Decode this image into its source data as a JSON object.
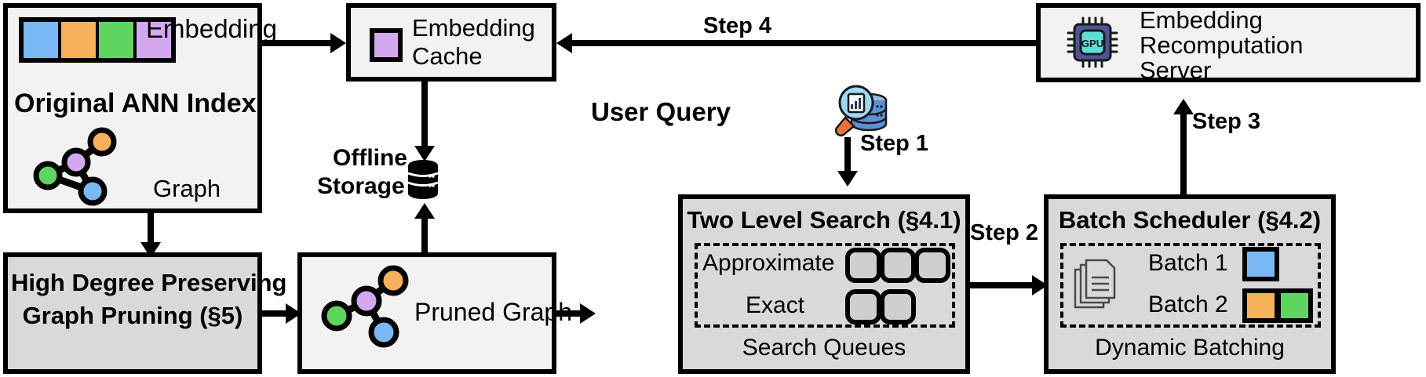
{
  "title": "ANN search system architecture with embedding recomputation",
  "colors": {
    "blue": "#7ab8f5",
    "orange": "#f7b05b",
    "green": "#5fd45f",
    "purple": "#d3a8ef",
    "box_fill": "#f2f2f2",
    "box_fill_gray": "#d9d9d9",
    "queue_cell": "#cfcfcf",
    "stroke": "#000000",
    "gpu_body": "#4a5694",
    "gpu_core": "#5fded8",
    "query_db": "#5b8fd6",
    "query_lens": "#9ed8f5",
    "query_handle": "#f0703c"
  },
  "original_index": {
    "title": "Original ANN Index",
    "embedding_label": "Embedding",
    "graph_label": "Graph",
    "embedding_cells": [
      "blue",
      "orange",
      "green",
      "purple"
    ],
    "graph_nodes": [
      {
        "name": "orange-node",
        "color": "orange"
      },
      {
        "name": "purple-node",
        "color": "purple"
      },
      {
        "name": "green-node",
        "color": "green"
      },
      {
        "name": "blue-node",
        "color": "blue"
      }
    ],
    "graph_edges": [
      "purple-orange",
      "green-purple",
      "purple-blue",
      "green-blue"
    ]
  },
  "pruning": {
    "line1": "High Degree Preserving",
    "line2": "Graph Pruning (§5)"
  },
  "embedding_cache": {
    "line1": "Embedding",
    "line2": "Cache",
    "swatch_color": "purple"
  },
  "offline_storage": {
    "line1": "Offline",
    "line2": "Storage",
    "icon": "database-icon"
  },
  "pruned_graph": {
    "label": "Pruned Graph",
    "graph_nodes": [
      {
        "name": "orange-node",
        "color": "orange"
      },
      {
        "name": "purple-node",
        "color": "purple"
      },
      {
        "name": "green-node",
        "color": "green"
      },
      {
        "name": "blue-node",
        "color": "blue"
      }
    ],
    "graph_edges": [
      "purple-orange",
      "green-purple",
      "purple-blue"
    ]
  },
  "user_query": {
    "label": "User Query",
    "icon": "search-database-icon"
  },
  "two_level_search": {
    "title": "Two Level Search (§4.1)",
    "footer": "Search Queues",
    "rows": [
      {
        "label": "Approximate",
        "cells": 3
      },
      {
        "label": "Exact",
        "cells": 2
      }
    ]
  },
  "batch_scheduler": {
    "title": "Batch Scheduler (§4.2)",
    "footer": "Dynamic Batching",
    "icon": "documents-icon",
    "batches": [
      {
        "label": "Batch 1",
        "swatches": [
          "blue"
        ]
      },
      {
        "label": "Batch 2",
        "swatches": [
          "orange",
          "green"
        ]
      }
    ]
  },
  "recomputation_server": {
    "line1": "Embedding",
    "line2": "Recomputation",
    "line3": "Server",
    "icon": "gpu-chip-icon",
    "icon_text": "GPU"
  },
  "steps": {
    "step1": "Step 1",
    "step2": "Step 2",
    "step3": "Step 3",
    "step4": "Step 4"
  }
}
